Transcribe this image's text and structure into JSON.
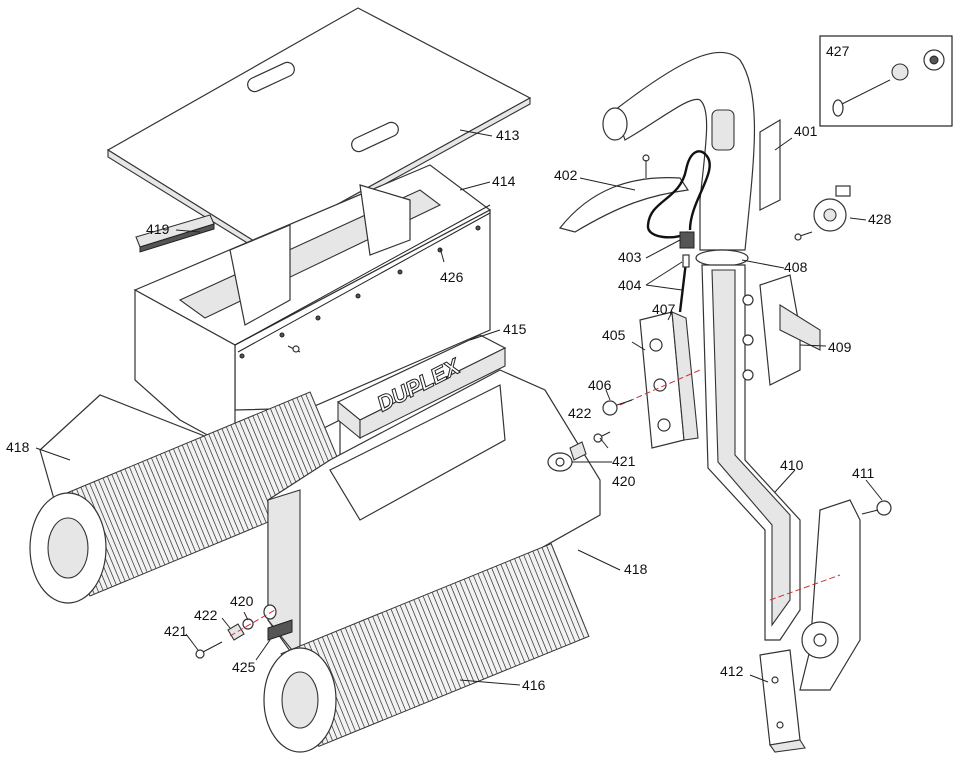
{
  "brand": "DUPLEX",
  "callouts": {
    "c401": "401",
    "c402": "402",
    "c403": "403",
    "c404": "404",
    "c405": "405",
    "c406": "406",
    "c407": "407",
    "c408": "408",
    "c409": "409",
    "c410": "410",
    "c411": "411",
    "c412": "412",
    "c413": "413",
    "c414": "414",
    "c415": "415",
    "c416": "416",
    "c418a": "418",
    "c418b": "418",
    "c419": "419",
    "c420a": "420",
    "c420b": "420",
    "c421a": "421",
    "c421b": "421",
    "c422a": "422",
    "c422b": "422",
    "c425": "425",
    "c426": "426",
    "c427": "427",
    "c428": "428"
  }
}
